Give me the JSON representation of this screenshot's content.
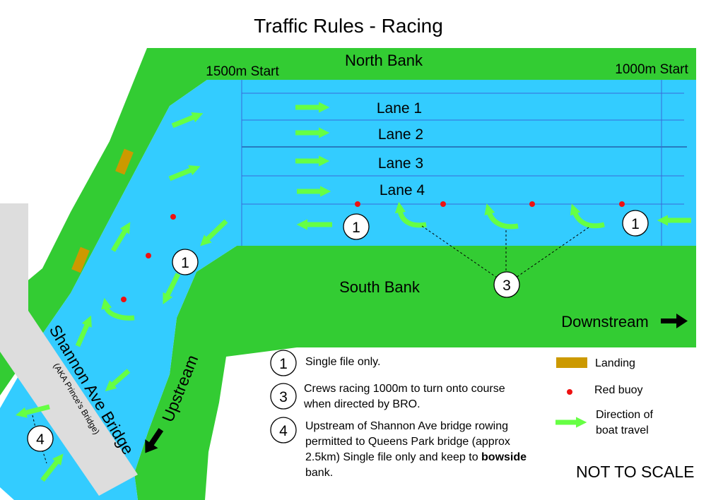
{
  "title": "Traffic Rules - Racing",
  "banks": {
    "north": "North Bank",
    "south": "South Bank"
  },
  "starts": {
    "m1500": "1500m Start",
    "m1000": "1000m Start"
  },
  "lanes": [
    "Lane 1",
    "Lane 2",
    "Lane 3",
    "Lane 4"
  ],
  "bridge": {
    "name": "Shannon Ave Bridge",
    "aka": "(AKA Prince's Bridge)"
  },
  "directions": {
    "upstream": "Upstream",
    "downstream": "Downstream"
  },
  "markers": {
    "one": "1",
    "three": "3",
    "four": "4"
  },
  "rules": [
    {
      "num": "1",
      "text": "Single file only."
    },
    {
      "num": "3",
      "text": "Crews racing 1000m to turn onto course when directed by BRO."
    },
    {
      "num": "4",
      "text_before": "Upstream of Shannon Ave bridge rowing permitted to Queens Park bridge (approx 2.5km) Single file only and keep to ",
      "text_bold": "bowside",
      "text_after": " bank."
    }
  ],
  "key": {
    "landing": "Landing",
    "buoy": "Red buoy",
    "travel_line1": "Direction of",
    "travel_line2": "boat travel"
  },
  "scale_note": "NOT TO SCALE",
  "colors": {
    "water": "#33ccff",
    "bank": "#33cc33",
    "arrow": "#66ff44",
    "landing": "#cc9900",
    "buoy": "#ee1111",
    "bridge": "#dddddd"
  }
}
